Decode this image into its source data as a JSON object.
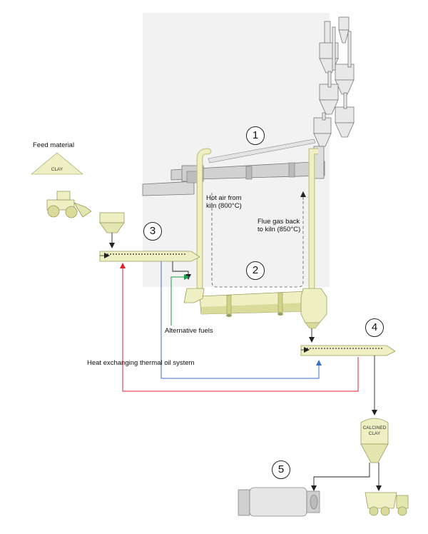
{
  "labels": {
    "feed_material": "Feed material",
    "clay": "CLAY",
    "hot_air_line1": "Hot air from",
    "hot_air_line2": "kiln (800°C)",
    "flue_gas_line1": "Flue gas back",
    "flue_gas_line2": "to kiln (850°C)",
    "alternative_fuels": "Alternative fuels",
    "heat_exchanging": "Heat exchanging thermal oil system",
    "calcined_line1": "CALCINED",
    "calcined_line2": "CLAY"
  },
  "steps": [
    "1",
    "2",
    "3",
    "4",
    "5"
  ],
  "colors": {
    "equipment": "#eef0c4",
    "equipment_dark": "#c9cc8c",
    "background_panel": "#f2f2f2",
    "oil_return": "#e0202a",
    "oil_supply": "#3a6fc4",
    "alt_fuel": "#1f9a4a",
    "flow": "#222222",
    "kiln_grey": "#c8c8c8"
  }
}
